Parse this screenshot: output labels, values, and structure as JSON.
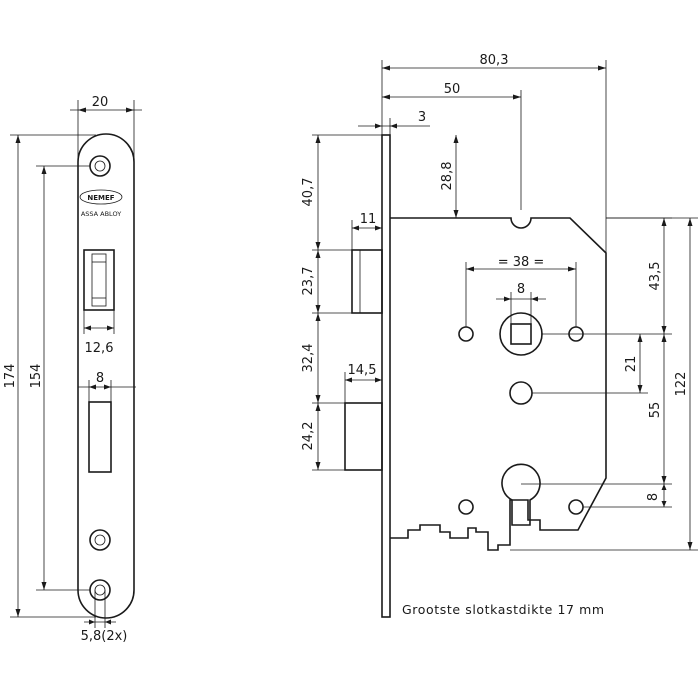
{
  "faceplate": {
    "width_label": "20",
    "height_total_label": "174",
    "hole_spacing_label": "154",
    "latch_width_label": "12,6",
    "bolt_width_label": "8",
    "screw_hole_label": "5,8(2x)",
    "brand_logo_text": "NEMEF",
    "brand_sub_text": "ASSA ABLOY"
  },
  "lockcase": {
    "overall_depth_label": "80,3",
    "backset_label": "50",
    "plate_thickness_label": "3",
    "top_to_notch_label": "28,8",
    "top_to_latch_label": "40,7",
    "latch_projection_label": "11",
    "latch_height_label": "23,7",
    "latch_to_bolt_label": "32,4",
    "bolt_projection_label": "14,5",
    "bolt_height_label": "24,2",
    "follower_hole_spacing_label": "= 38 =",
    "follower_square_label": "8",
    "follower_from_top_label": "43,5",
    "follower_to_hole_label": "21",
    "follower_to_cylinder_label": "55",
    "case_height_label": "122",
    "cylinder_offset_label": "8",
    "max_case_thickness_note": "Grootste slotkastdikte 17 mm"
  }
}
